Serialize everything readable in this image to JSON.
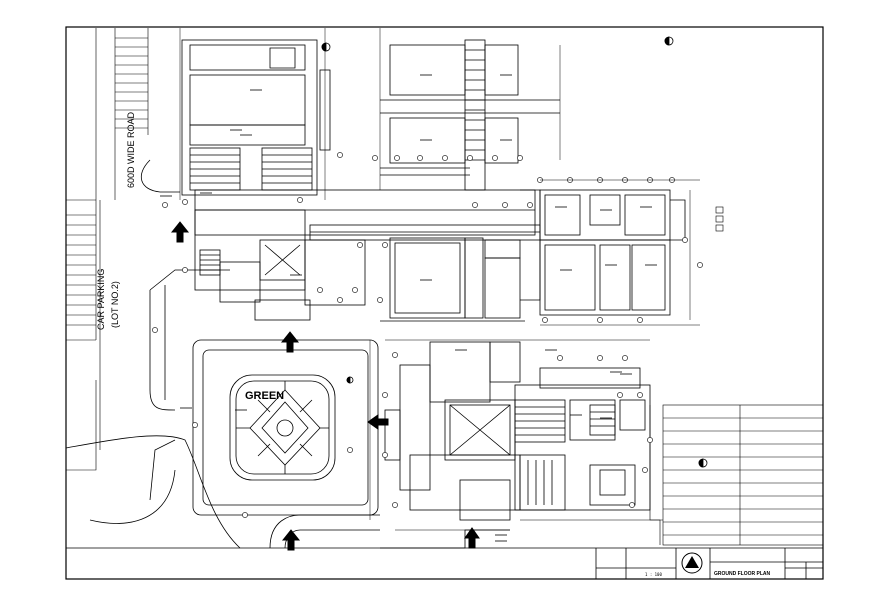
{
  "drawing": {
    "road_label": "600D WIDE ROAD",
    "parking_label_line1": "CAR PARKING",
    "parking_label_line2": "(LOT NO.2)",
    "green_label": "GREEN",
    "title_block_title": "GROUND FLOOR PLAN",
    "scale_text": "1 : 100"
  },
  "colors": {
    "ink": "#000000",
    "paper": "#ffffff"
  },
  "icons": [
    "north-arrow-icon",
    "entry-arrow-icon",
    "logo-icon"
  ]
}
